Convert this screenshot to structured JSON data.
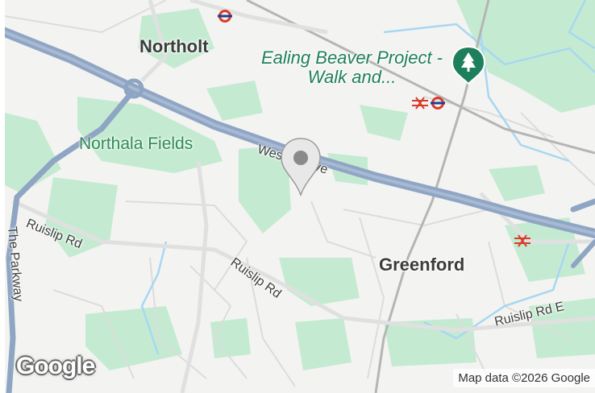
{
  "map": {
    "labels": {
      "northolt": "Northolt",
      "greenford": "Greenford",
      "northala_fields": "Northala Fields",
      "ealing_beaver": "Ealing Beaver Project - Walk and...",
      "western_ave": "Western Ave",
      "ruislip_rd": "Ruislip Rd",
      "ruislip_rd_2": "Ruislip Rd",
      "ruislip_rd_e": "Ruislip Rd E",
      "the_parkway": "The Parkway"
    },
    "icons": {
      "location": "map-pin-icon",
      "park": "tree-icon",
      "rail": "national-rail-icon",
      "underground": "underground-roundel-icon"
    },
    "colors": {
      "background": "#f3f3f1",
      "green": "#c4ebd1",
      "motorway": "#8fa5c4",
      "water": "#a8d7f2",
      "poi": "#1e7f5c",
      "rail": "#d93b2b",
      "underground": "#d93b2b"
    }
  },
  "logo": "Google",
  "attribution": "Map data ©2026 Google"
}
